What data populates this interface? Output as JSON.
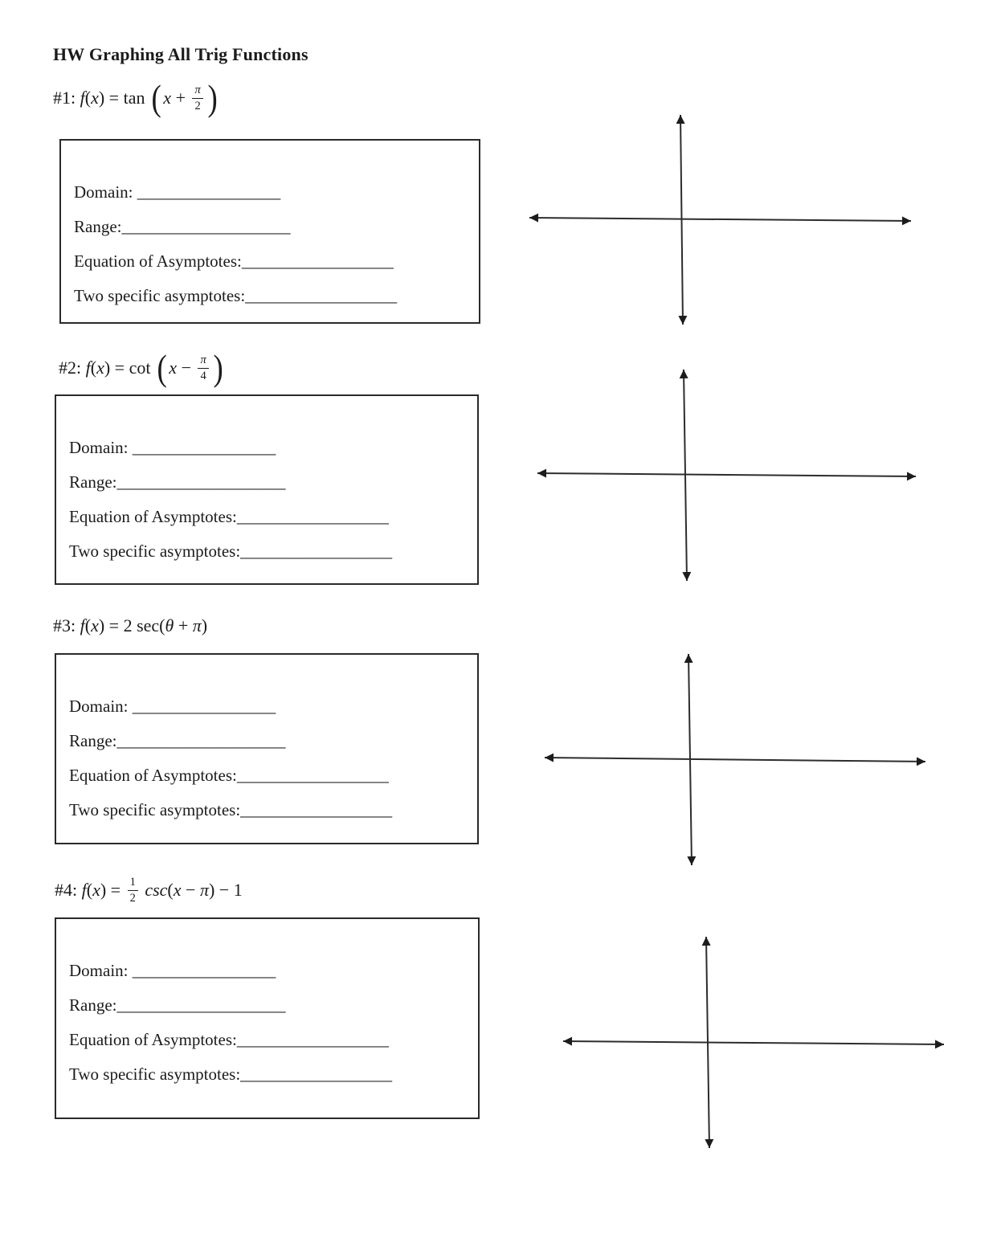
{
  "page_title": "HW Graphing All Trig Functions",
  "colors": {
    "text": "#1b1b1b",
    "axis_line": "#2d2d2d",
    "box_border": "#2a2a2a",
    "background": "#ffffff"
  },
  "problems": [
    {
      "formula_text": "#1: f(x) = tan(x + π/2)",
      "segments": [
        {
          "t": "txt",
          "v": "#1: "
        },
        {
          "t": "it",
          "v": "f"
        },
        {
          "t": "txt",
          "v": "("
        },
        {
          "t": "it",
          "v": "x"
        },
        {
          "t": "txt",
          "v": ") = tan "
        },
        {
          "t": "lp",
          "v": "("
        },
        {
          "t": "it",
          "v": "x"
        },
        {
          "t": "txt",
          "v": " + "
        },
        {
          "t": "frac",
          "n": "π",
          "d": "2"
        },
        {
          "t": "rp",
          "v": ")"
        }
      ],
      "fields": [
        "Domain: _________________",
        "Range:____________________",
        "Equation of Asymptotes:__________________",
        "Two specific asymptotes:__________________"
      ]
    },
    {
      "formula_text": "#2: f(x) = cot(x − π/4)",
      "segments": [
        {
          "t": "txt",
          "v": "#2: "
        },
        {
          "t": "it",
          "v": "f"
        },
        {
          "t": "txt",
          "v": "("
        },
        {
          "t": "it",
          "v": "x"
        },
        {
          "t": "txt",
          "v": ") = cot "
        },
        {
          "t": "lp",
          "v": "("
        },
        {
          "t": "it",
          "v": "x"
        },
        {
          "t": "txt",
          "v": " − "
        },
        {
          "t": "frac",
          "n": "π",
          "d": "4"
        },
        {
          "t": "rp",
          "v": ")"
        }
      ],
      "fields": [
        "Domain: _________________",
        "Range:____________________",
        "Equation of Asymptotes:__________________",
        "Two specific asymptotes:__________________"
      ]
    },
    {
      "formula_text": "#3: f(x) = 2 sec(θ + π)",
      "segments": [
        {
          "t": "txt",
          "v": "#3: "
        },
        {
          "t": "it",
          "v": "f"
        },
        {
          "t": "txt",
          "v": "("
        },
        {
          "t": "it",
          "v": "x"
        },
        {
          "t": "txt",
          "v": ") = 2 sec("
        },
        {
          "t": "it",
          "v": "θ"
        },
        {
          "t": "txt",
          "v": " + "
        },
        {
          "t": "it",
          "v": "π"
        },
        {
          "t": "txt",
          "v": ")"
        }
      ],
      "fields": [
        "Domain: _________________",
        "Range:____________________",
        "Equation of Asymptotes:__________________",
        "Two specific asymptotes:__________________"
      ]
    },
    {
      "formula_text": "#4: f(x) = 1/2 csc(x − π) − 1",
      "segments": [
        {
          "t": "txt",
          "v": "#4: "
        },
        {
          "t": "it",
          "v": "f"
        },
        {
          "t": "txt",
          "v": "("
        },
        {
          "t": "it",
          "v": "x"
        },
        {
          "t": "txt",
          "v": ") = "
        },
        {
          "t": "frac",
          "n": "1",
          "d": "2"
        },
        {
          "t": "it",
          "v": " csc"
        },
        {
          "t": "txt",
          "v": "("
        },
        {
          "t": "it",
          "v": "x"
        },
        {
          "t": "txt",
          "v": " − "
        },
        {
          "t": "it",
          "v": "π"
        },
        {
          "t": "txt",
          "v": ") − 1"
        }
      ],
      "fields": [
        "Domain: _________________",
        "Range:____________________",
        "Equation of Asymptotes:__________________",
        "Two specific asymptotes:__________________"
      ]
    }
  ]
}
